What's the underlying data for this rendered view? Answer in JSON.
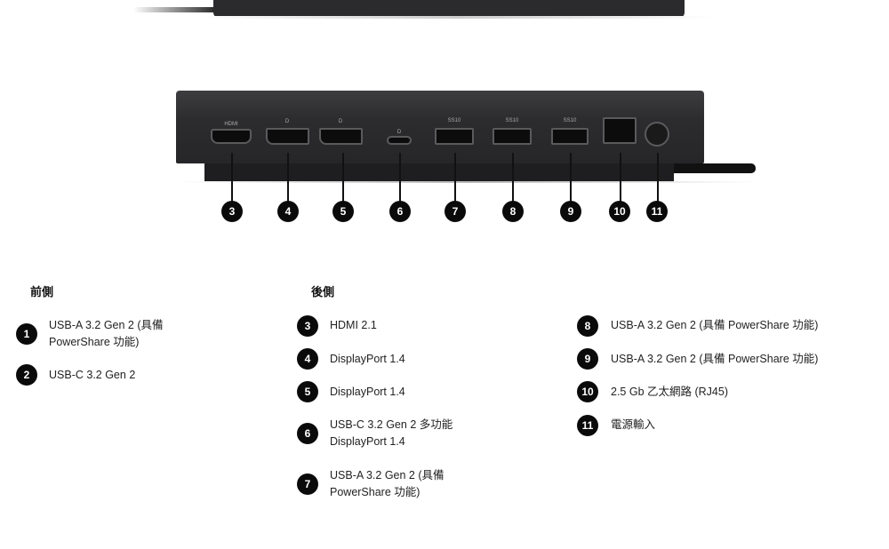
{
  "callouts": [
    "3",
    "4",
    "5",
    "6",
    "7",
    "8",
    "9",
    "10",
    "11"
  ],
  "port_labels": {
    "hdmi": "HDMI",
    "dp": "D",
    "usb": "SS10"
  },
  "front": {
    "heading": "前側",
    "items": [
      {
        "num": "1",
        "line1": "USB-A 3.2 Gen 2 (具備",
        "line2": "PowerShare 功能)"
      },
      {
        "num": "2",
        "line1": "USB-C 3.2 Gen 2",
        "line2": ""
      }
    ]
  },
  "back": {
    "heading": "後側",
    "items": [
      {
        "num": "3",
        "line1": "HDMI 2.1",
        "line2": ""
      },
      {
        "num": "4",
        "line1": "DisplayPort 1.4",
        "line2": ""
      },
      {
        "num": "5",
        "line1": "DisplayPort 1.4",
        "line2": ""
      },
      {
        "num": "6",
        "line1": "USB-C 3.2 Gen 2 多功能",
        "line2": "DisplayPort 1.4"
      },
      {
        "num": "7",
        "line1": "USB-A 3.2 Gen 2 (具備",
        "line2": "PowerShare 功能)"
      }
    ]
  },
  "back2": {
    "items": [
      {
        "num": "8",
        "line1": "USB-A 3.2 Gen 2 (具備 PowerShare 功能)"
      },
      {
        "num": "9",
        "line1": "USB-A 3.2 Gen 2 (具備 PowerShare 功能)"
      },
      {
        "num": "10",
        "line1": "2.5 Gb 乙太網路 (RJ45)"
      },
      {
        "num": "11",
        "line1": "電源輸入"
      }
    ]
  }
}
